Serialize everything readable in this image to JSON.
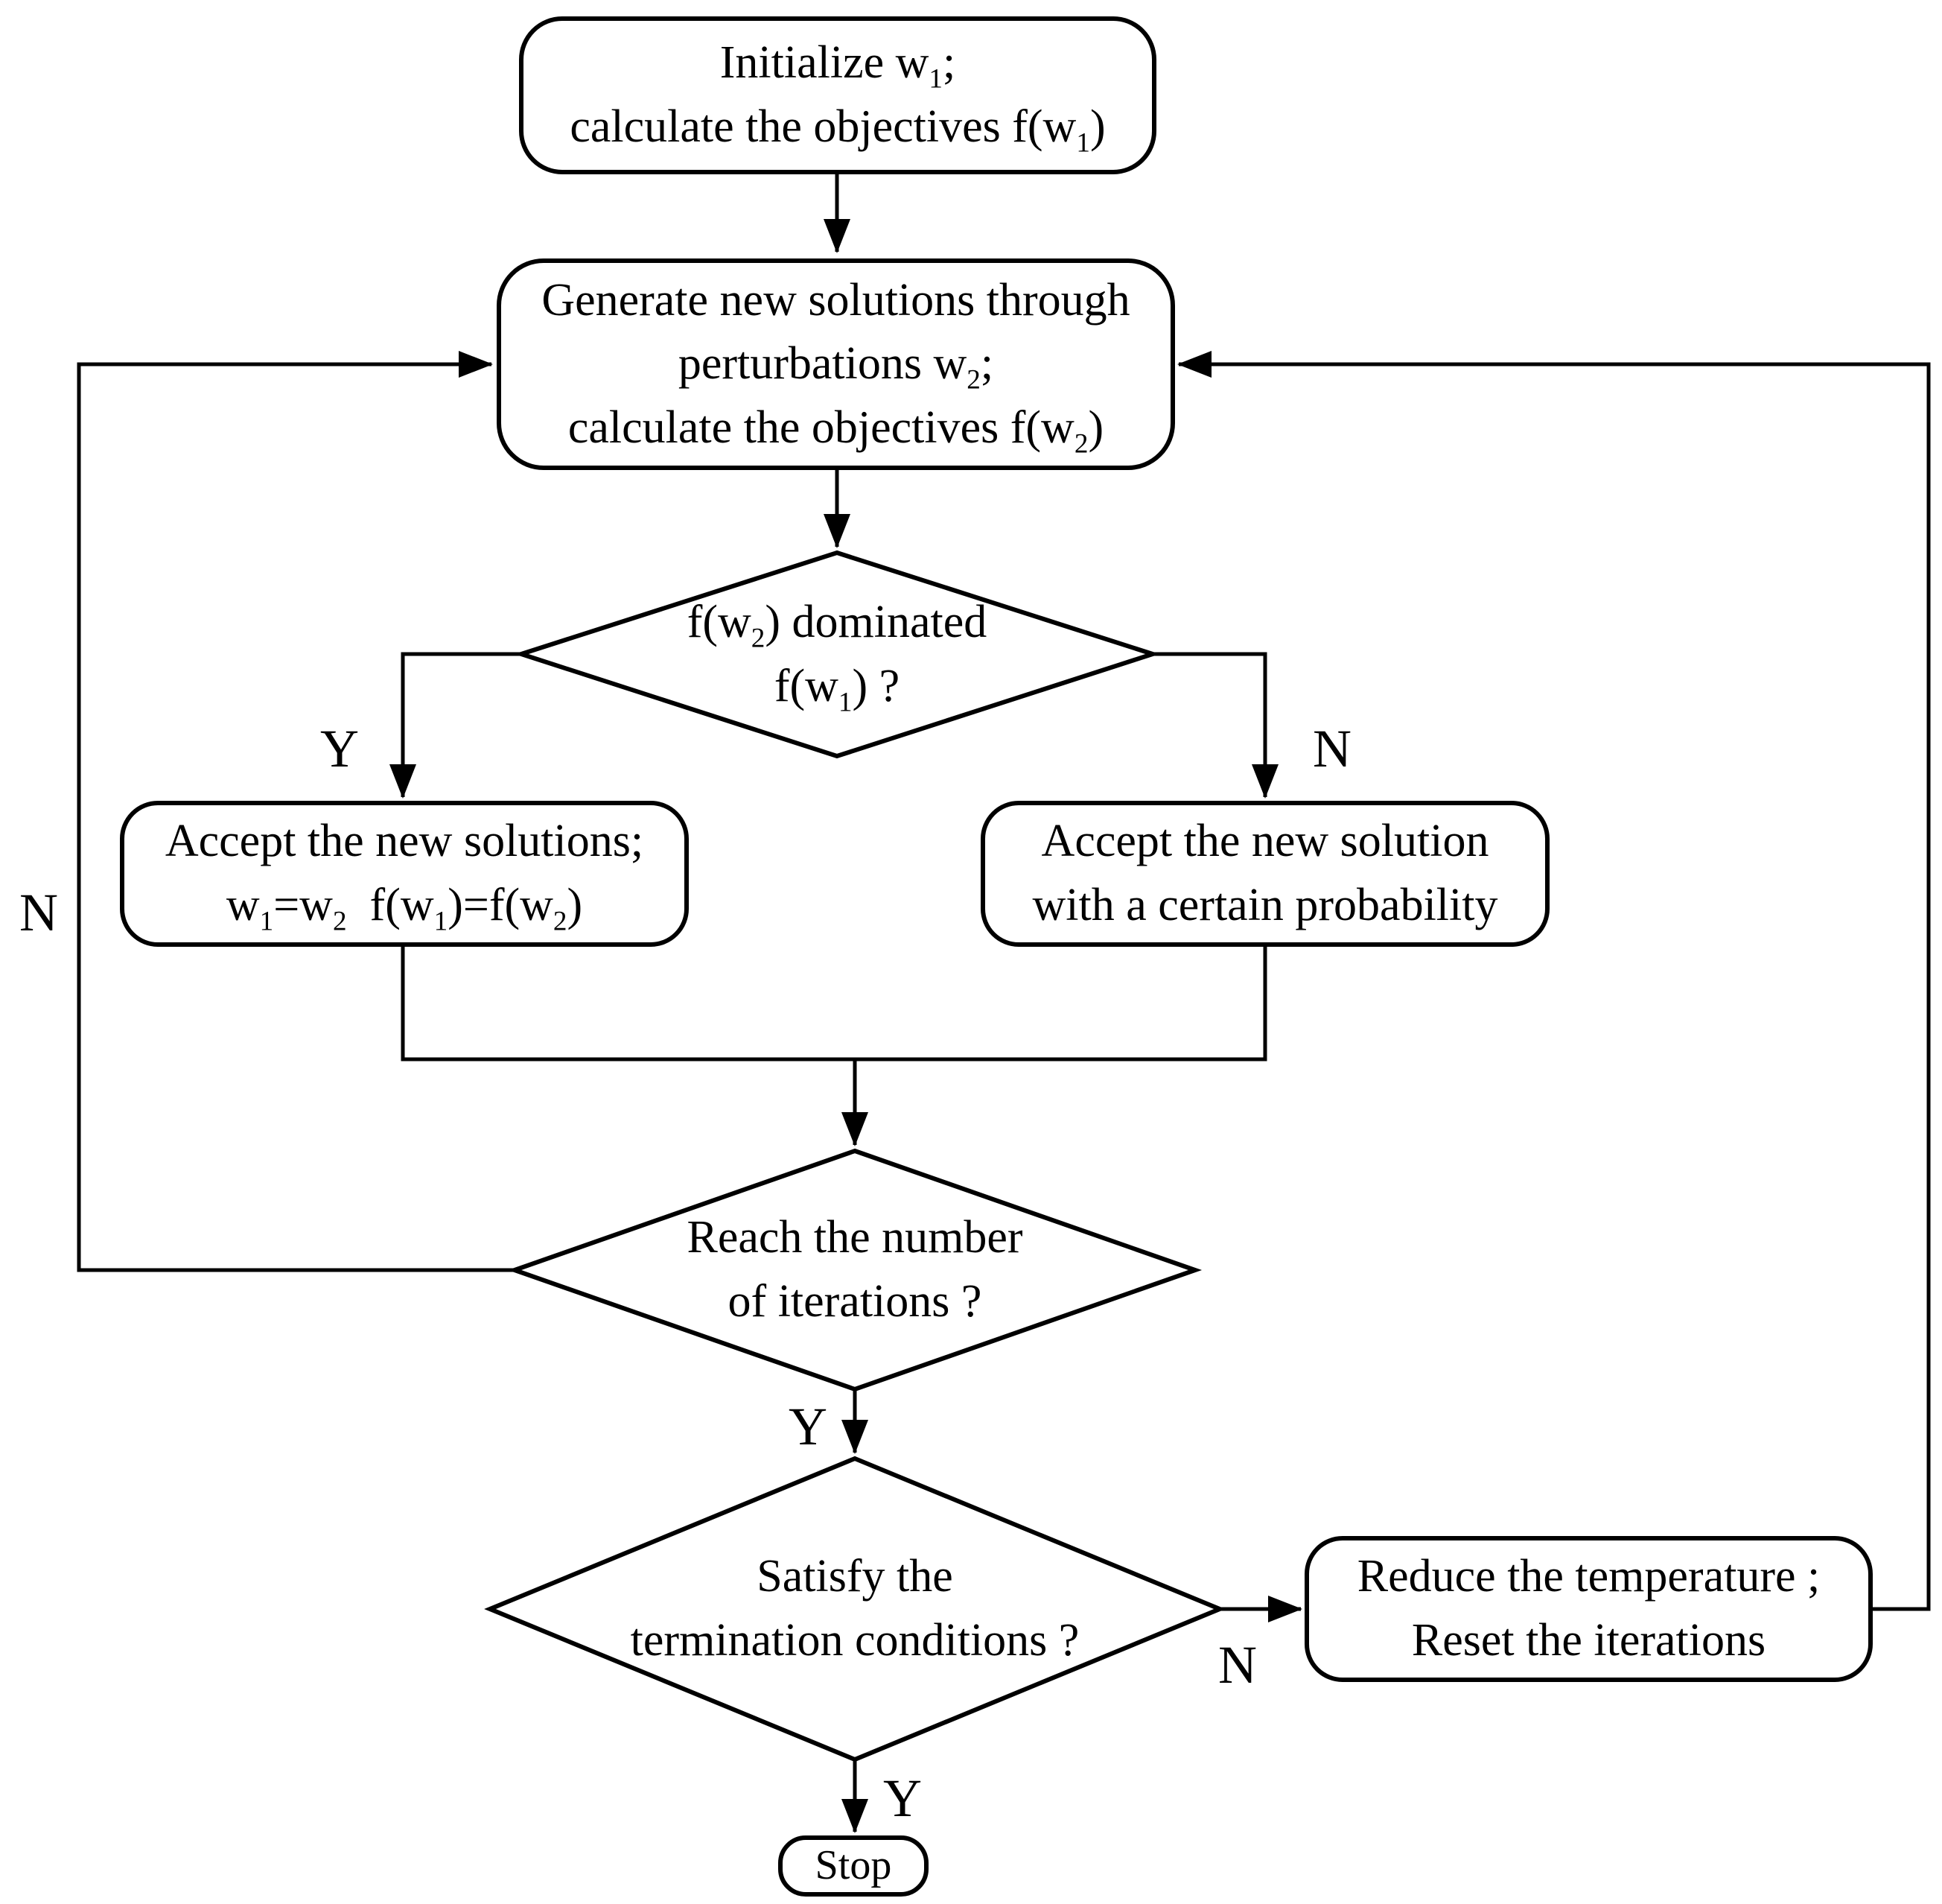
{
  "figure": {
    "type": "flowchart",
    "background_color": "#ffffff",
    "stroke_color": "#000000",
    "text_color": "#000000"
  },
  "nodes": {
    "init": {
      "shape": "rounded-rect",
      "lines": [
        "Initialize w_1;",
        "calculate the objectives f(w_1)"
      ]
    },
    "generate": {
      "shape": "rounded-rect",
      "lines": [
        "Generate new solutions through",
        "perturbations w_2;",
        "calculate the objectives f(w_2)"
      ]
    },
    "dominated": {
      "shape": "diamond",
      "lines": [
        "f(w_2) dominated",
        "f(w_1) ?"
      ]
    },
    "accept_yes": {
      "shape": "rounded-rect",
      "lines": [
        "Accept the new solutions;",
        "w_1=w_2  f(w_1)=f(w_2)"
      ]
    },
    "accept_prob": {
      "shape": "rounded-rect",
      "lines": [
        "Accept the new solution",
        "with a certain probability"
      ]
    },
    "iterations": {
      "shape": "diamond",
      "lines": [
        "Reach the number",
        "of iterations ?"
      ]
    },
    "termination": {
      "shape": "diamond",
      "lines": [
        "Satisfy the",
        "termination conditions ?"
      ]
    },
    "reduce": {
      "shape": "rounded-rect",
      "lines": [
        "Reduce the temperature ;",
        "Reset the iterations"
      ]
    },
    "stop": {
      "shape": "terminator",
      "lines": [
        "Stop"
      ]
    }
  },
  "edge_labels": {
    "dominated_yes": "Y",
    "dominated_no": "N",
    "iterations_no": "N",
    "iterations_yes": "Y",
    "termination_no": "N",
    "termination_yes": "Y"
  }
}
